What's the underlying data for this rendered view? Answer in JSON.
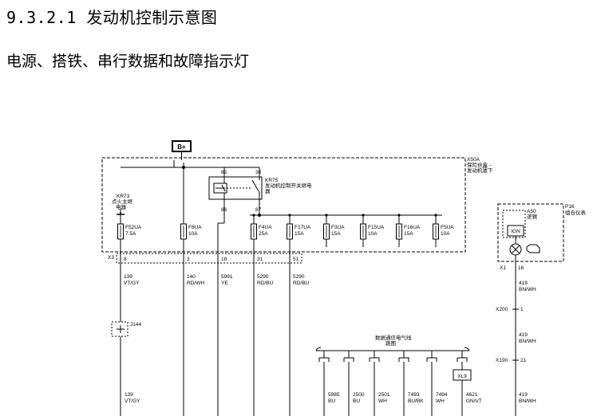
{
  "section_title": "9.3.2.1 发动机控制示意图",
  "subsection_title": "电源、搭铁、串行数据和故障指示灯",
  "battery": {
    "label": "B+"
  },
  "underhood_box": {
    "id": "X50A",
    "name": "保险丝盒 –",
    "name2": "发动机罩下"
  },
  "relay_ignition": {
    "id": "KR73",
    "name": "点火主继",
    "name2": "电器"
  },
  "relay_ecm": {
    "id": "KR75",
    "name": "发动机控制开关继电",
    "name2": "器",
    "pin85": "85",
    "pin30": "30",
    "pin86": "86",
    "pin87": "87"
  },
  "fuses": [
    {
      "id": "F52UA",
      "rating": "7.5A"
    },
    {
      "id": "F8UA",
      "rating": "10A"
    },
    {
      "id": "F4UA",
      "rating": "25A"
    },
    {
      "id": "F17UA",
      "rating": "15A"
    },
    {
      "id": "F3UA",
      "rating": "15A"
    },
    {
      "id": "F15UA",
      "rating": "10A"
    },
    {
      "id": "F16UA",
      "rating": "15A"
    },
    {
      "id": "F5UA",
      "rating": "10A"
    }
  ],
  "connector_x3": {
    "id": "X3",
    "pins": [
      "8",
      "3",
      "18",
      "31",
      "51"
    ]
  },
  "wires_top": [
    {
      "circuit": "139",
      "color": "VT/GY"
    },
    {
      "circuit": "140",
      "color": "RD/WH"
    },
    {
      "circuit": "5991",
      "color": "YE"
    },
    {
      "circuit": "5290",
      "color": "RD/BU"
    },
    {
      "circuit": "5290",
      "color": "RD/BU"
    }
  ],
  "splice_j144": {
    "id": "J144"
  },
  "wire_lower_left": {
    "circuit": "139",
    "color": "VT/GY"
  },
  "data_comm": {
    "name": "数据通信电气线",
    "name2": "路图"
  },
  "data_wires": [
    {
      "circuit": "5985",
      "color": "BU"
    },
    {
      "circuit": "2500",
      "color": "BU"
    },
    {
      "circuit": "2501",
      "color": "WH"
    },
    {
      "circuit": "7493",
      "color": "BU/BK"
    },
    {
      "circuit": "7494",
      "color": "WH"
    },
    {
      "circuit": "4621",
      "color": "GN/VT"
    }
  ],
  "xl9": {
    "label": "XL9"
  },
  "cluster": {
    "id": "P16",
    "name": "组合仪表",
    "sub_id": "A50",
    "sub_name": "逻辑",
    "ign": "IGN"
  },
  "connector_x1": {
    "id": "X1",
    "pin": "16"
  },
  "connector_x200": {
    "id": "X200",
    "pin": "1"
  },
  "connector_x190": {
    "id": "X190",
    "pin": "21"
  },
  "wires_right": [
    {
      "circuit": "419",
      "color": "BN/WH"
    },
    {
      "circuit": "419",
      "color": "BN/WH"
    },
    {
      "circuit": "419",
      "color": "BN/WH"
    }
  ]
}
